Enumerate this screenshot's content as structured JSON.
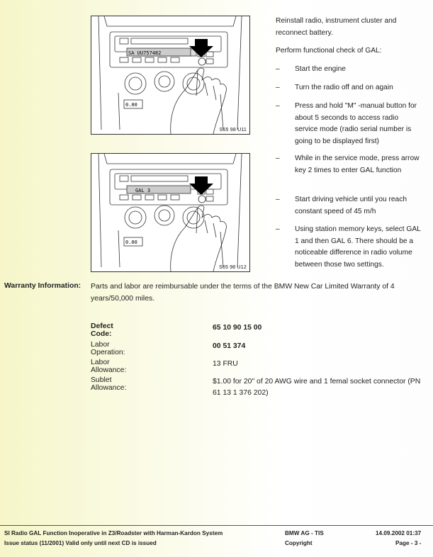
{
  "figures": [
    {
      "label": "S65 98 U11",
      "display": "SA UU757482"
    },
    {
      "label": "S65 98 U12",
      "display": "GAL 3"
    }
  ],
  "intro": {
    "reinstall": "Reinstall radio, instrument cluster and reconnect battery.",
    "perform": "Perform functional check of GAL:"
  },
  "steps": [
    {
      "dash": "–",
      "text": "Start the engine"
    },
    {
      "dash": "–",
      "text": "Turn the radio off and on again"
    },
    {
      "dash": "–",
      "text": "Press and hold \"M\" -manual button for about 5 seconds to access radio service mode (radio serial number is going to be displayed first)"
    },
    {
      "dash": "–",
      "text": "While in the service mode, press arrow key 2 times to enter GAL function"
    },
    {
      "dash": "–",
      "text": "Start driving vehicle until you reach constant speed of 45 m/h"
    },
    {
      "dash": "–",
      "text": "Using station memory keys, select GAL 1 and then GAL 6. There should be a noticeable difference in radio volume between those two settings."
    }
  ],
  "warranty": {
    "label": "Warranty Information:",
    "text": "Parts and labor are reimbursable under the terms of the BMW New Car Limited Warranty of 4 years/50,000 miles."
  },
  "details": [
    {
      "key": "Defect Code:",
      "value": "65 10 90 15 00"
    },
    {
      "key": "Labor Operation:",
      "value": "00 51 374"
    },
    {
      "key": "Labor Allowance:",
      "value": "13 FRU"
    },
    {
      "key": "Sublet Allowance:",
      "value": "$1.00 for 20\" of 20 AWG wire and 1 femal socket connector (PN 61 13 1 376 202)"
    }
  ],
  "footer": {
    "title": "SI  Radio GAL Function Inoperative in Z3/Roadster with Harman-Kardon System",
    "status": "Issue status (11/2001) Valid only until next CD is issued",
    "org": "BMW AG - TIS",
    "copyright": "Copyright",
    "date": "14.09.2002  01:37",
    "page": "Page  - 3 -"
  }
}
